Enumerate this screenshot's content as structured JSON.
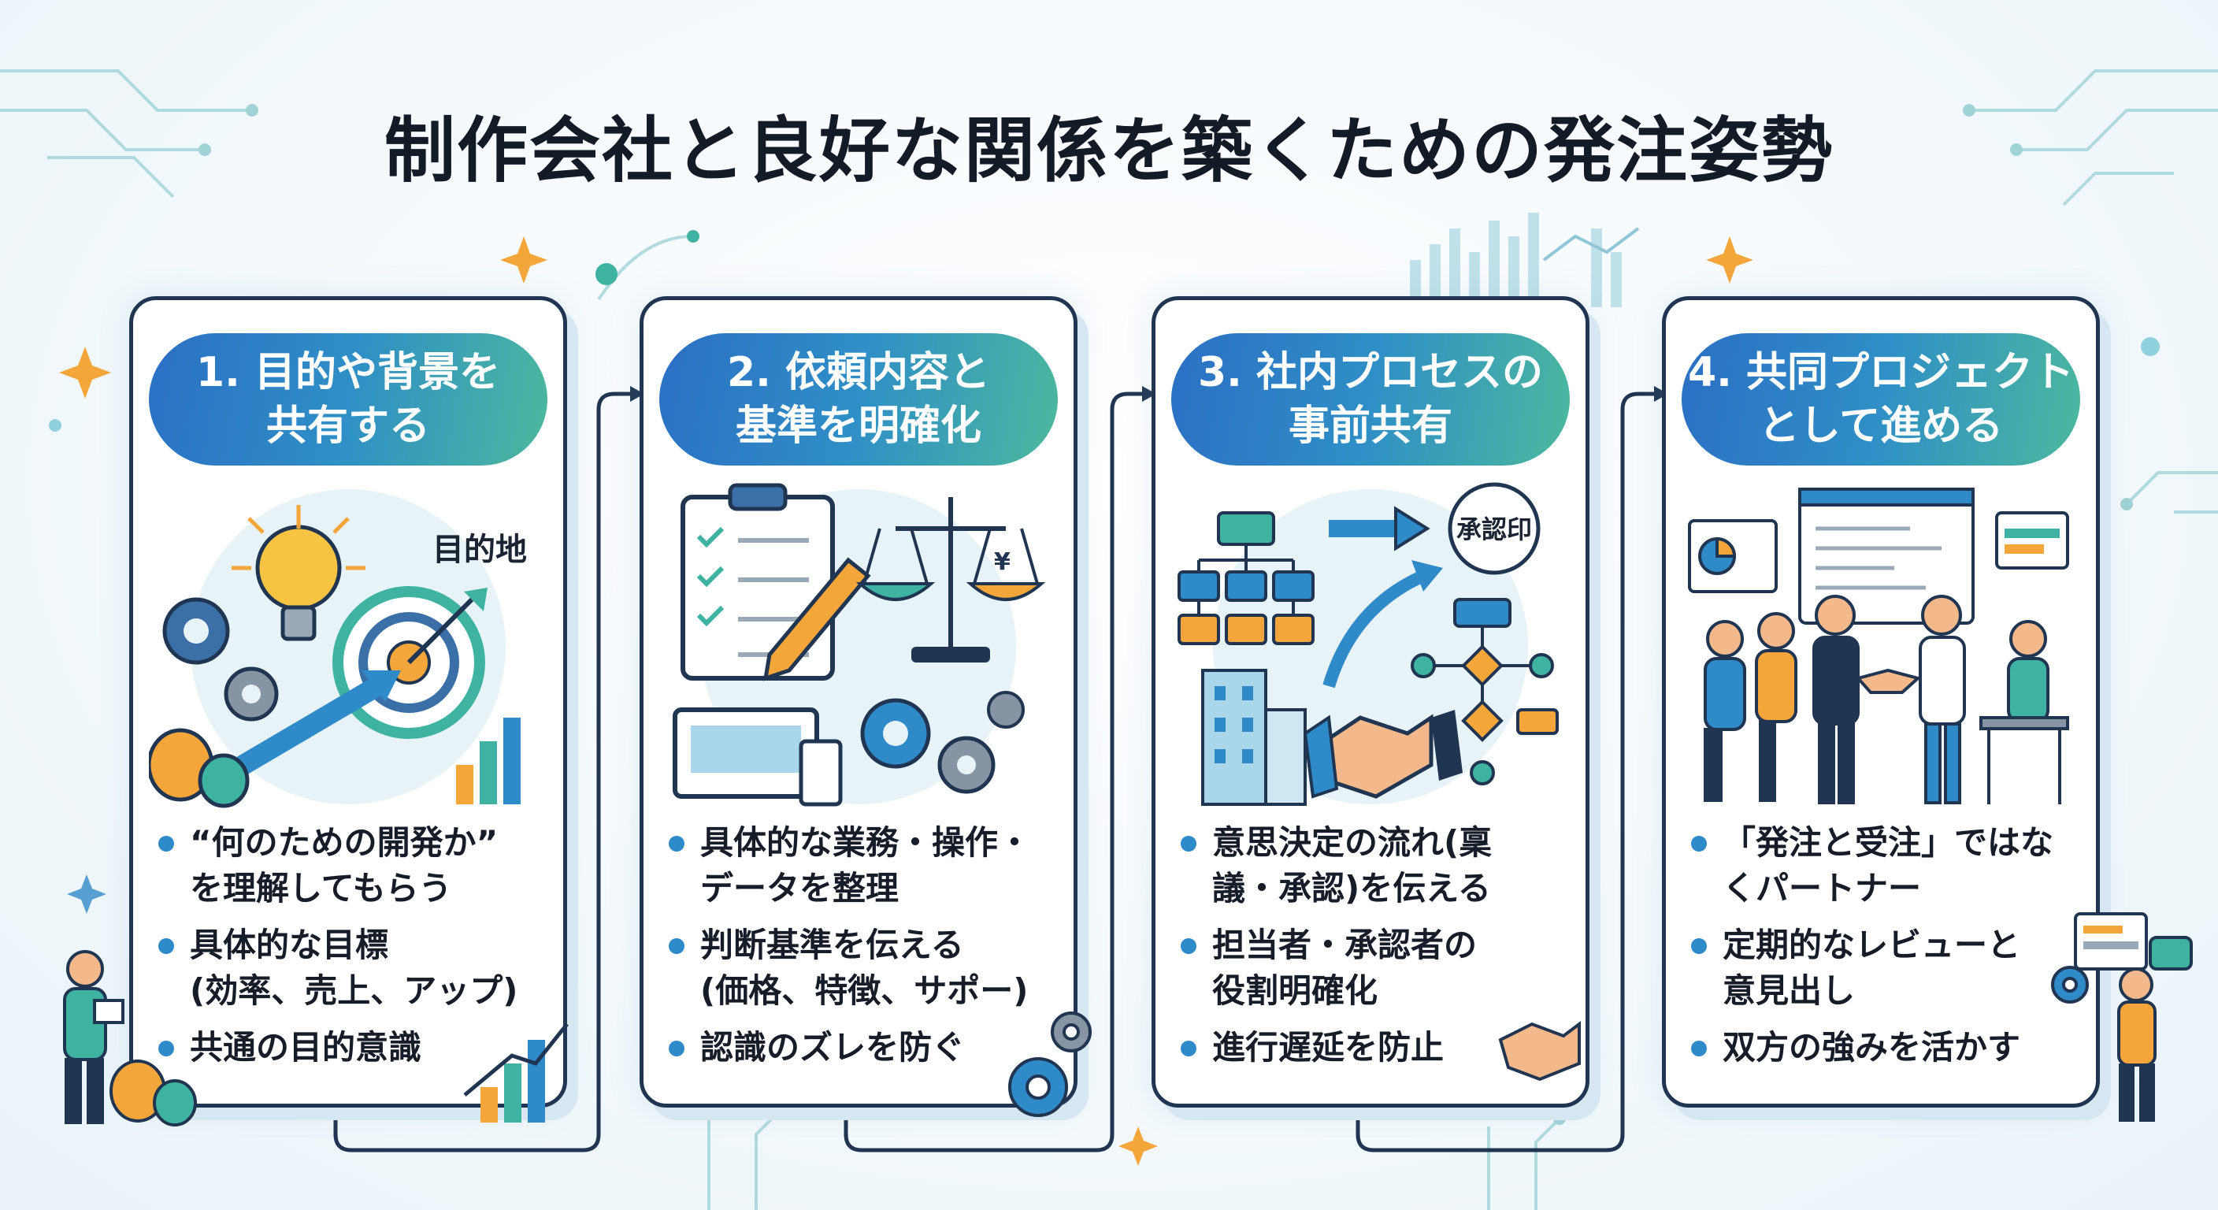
{
  "title": "制作会社と良好な関係を築くための発注姿勢",
  "colors": {
    "navy": "#1f3552",
    "header_start": "#2b6fc4",
    "header_end": "#4cb89e",
    "accent_teal": "#3fb3a2",
    "accent_orange": "#f4a63b",
    "bullet": "#2e8ac9"
  },
  "cards": [
    {
      "heading_lines": [
        "1. 目的や背景を",
        "共有する"
      ],
      "illustration_label": "目的地",
      "icons": [
        "lightbulb-icon",
        "gear-icon",
        "target-icon",
        "money-bag-icon",
        "bar-chart-icon"
      ],
      "bullets": [
        [
          "“何のための開発か”",
          "を理解してもらう"
        ],
        [
          "具体的な目標",
          "(効率、売上、アップ)"
        ],
        [
          "共通の目的意識"
        ]
      ]
    },
    {
      "heading_lines": [
        "2. 依頼内容と",
        "基準を明確化"
      ],
      "illustration_label": "¥",
      "icons": [
        "checklist-icon",
        "pencil-icon",
        "scale-icon",
        "monitor-icon",
        "gear-icon"
      ],
      "bullets": [
        [
          "具体的な業務・操作・",
          "データを整理"
        ],
        [
          "判断基準を伝える",
          "(価格、特徴、サポー)"
        ],
        [
          "認識のズレを防ぐ"
        ]
      ]
    },
    {
      "heading_lines": [
        "3. 社内プロセスの",
        "事前共有"
      ],
      "illustration_label": "承認印",
      "icons": [
        "org-chart-icon",
        "arrow-icon",
        "stamp-icon",
        "building-icon",
        "handshake-icon",
        "flowchart-icon"
      ],
      "bullets": [
        [
          "意思決定の流れ(稟",
          "議・承認)を伝える"
        ],
        [
          "担当者・承認者の",
          "役割明確化"
        ],
        [
          "進行遅延を防止"
        ]
      ]
    },
    {
      "heading_lines": [
        "4. 共同プロジェクト",
        "として進める"
      ],
      "illustration_label": "",
      "icons": [
        "team-people-icon",
        "dashboard-icon",
        "handshake-icon",
        "laptop-icon"
      ],
      "bullets": [
        [
          "「発注と受注」ではな",
          "くパートナー"
        ],
        [
          "定期的なレビューと",
          "意見出し"
        ],
        [
          "双方の強みを活かす"
        ]
      ]
    }
  ]
}
